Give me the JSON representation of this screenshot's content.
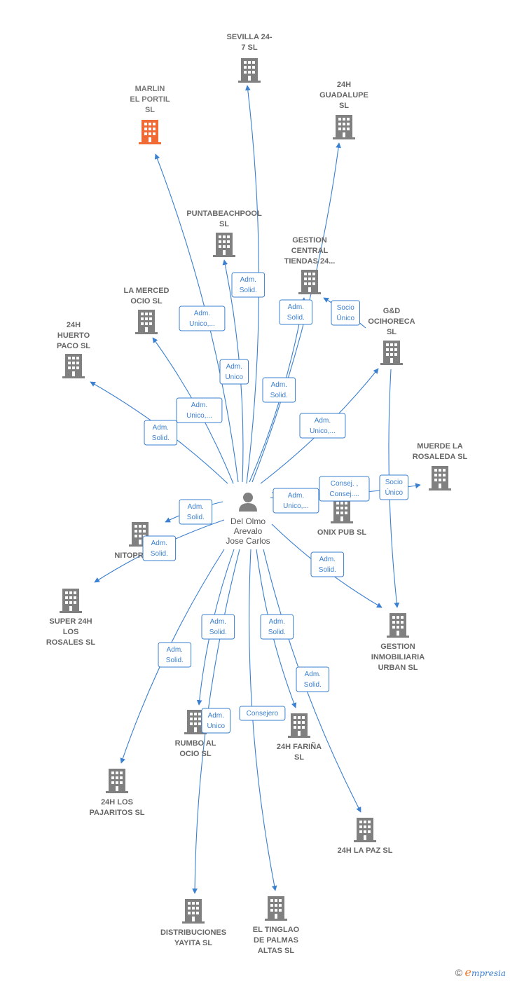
{
  "center": {
    "name_lines": [
      "Del Olmo",
      "Arevalo",
      "Jose Carlos"
    ],
    "icon": "person-icon"
  },
  "nodes": [
    {
      "id": "sevilla",
      "lines": [
        "SEVILLA 24-",
        "7  SL"
      ],
      "color": "#808080"
    },
    {
      "id": "marlin",
      "lines": [
        "MARLIN",
        "EL PORTIL",
        "SL"
      ],
      "color": "#f06a35"
    },
    {
      "id": "guadalupe",
      "lines": [
        "24H",
        "GUADALUPE",
        "SL"
      ],
      "color": "#808080"
    },
    {
      "id": "puntabeach",
      "lines": [
        "PUNTABEACHPOOL",
        "SL"
      ],
      "color": "#808080"
    },
    {
      "id": "gestion_central",
      "lines": [
        "GESTION",
        "CENTRAL",
        "TIENDAS 24..."
      ],
      "color": "#808080"
    },
    {
      "id": "merced",
      "lines": [
        "LA MERCED",
        "OCIO  SL"
      ],
      "color": "#808080"
    },
    {
      "id": "gd",
      "lines": [
        "G&D",
        "OCIHORECA",
        "SL"
      ],
      "color": "#808080"
    },
    {
      "id": "huerto",
      "lines": [
        "24H",
        "HUERTO",
        "PACO  SL"
      ],
      "color": "#808080"
    },
    {
      "id": "muerde",
      "lines": [
        "MUERDE LA",
        "ROSALEDA  SL"
      ],
      "color": "#808080"
    },
    {
      "id": "onix",
      "lines": [
        "ONIX PUB  SL"
      ],
      "color": "#808080"
    },
    {
      "id": "nitopr",
      "lines": [
        "NITOPR"
      ],
      "color": "#808080"
    },
    {
      "id": "super24",
      "lines": [
        "SUPER 24H",
        "LOS",
        "ROSALES  SL"
      ],
      "color": "#808080"
    },
    {
      "id": "urban",
      "lines": [
        "GESTION",
        "INMOBILIARIA",
        "URBAN  SL"
      ],
      "color": "#808080"
    },
    {
      "id": "rumbo",
      "lines": [
        "RUMBO AL",
        "OCIO  SL"
      ],
      "color": "#808080"
    },
    {
      "id": "farina",
      "lines": [
        "24H FARIÑA",
        "SL"
      ],
      "color": "#808080"
    },
    {
      "id": "pajaritos",
      "lines": [
        "24H LOS",
        "PAJARITOS  SL"
      ],
      "color": "#808080"
    },
    {
      "id": "lapaz",
      "lines": [
        "24H LA PAZ  SL"
      ],
      "color": "#808080"
    },
    {
      "id": "yayita",
      "lines": [
        "DISTRIBUCIONES",
        "YAYITA  SL"
      ],
      "color": "#808080"
    },
    {
      "id": "tinglao",
      "lines": [
        "EL TINGLAO",
        "DE PALMAS",
        "ALTAS  SL"
      ],
      "color": "#808080"
    }
  ],
  "edges": [
    {
      "to": "sevilla",
      "label": [
        "Adm.",
        "Solid."
      ]
    },
    {
      "to": "marlin",
      "label": [
        "Adm.",
        "Unico,..."
      ]
    },
    {
      "to": "guadalupe",
      "label": [
        "Adm.",
        "Solid."
      ]
    },
    {
      "to": "puntabeach",
      "label": [
        "Adm.",
        "Unico"
      ]
    },
    {
      "to": "gestion_central",
      "label": [
        "Adm.",
        "Solid."
      ]
    },
    {
      "to": "merced",
      "label": [
        "Adm.",
        "Unico,..."
      ]
    },
    {
      "to": "gd",
      "label": [
        "Adm.",
        "Unico,..."
      ]
    },
    {
      "to": "huerto",
      "label": [
        "Adm.",
        "Solid."
      ]
    },
    {
      "to": "onix",
      "label": [
        "Adm.",
        "Unico,..."
      ]
    },
    {
      "to": "muerde",
      "label": [
        "Consej. ,",
        "Consej...."
      ]
    },
    {
      "to": "nitopr",
      "label": [
        "Adm.",
        "Solid."
      ]
    },
    {
      "to": "super24",
      "label": [
        "Adm.",
        "Solid."
      ]
    },
    {
      "to": "urban",
      "label": [
        "Adm.",
        "Solid."
      ]
    },
    {
      "to": "rumbo",
      "label": [
        "Adm.",
        "Solid."
      ]
    },
    {
      "to": "farina",
      "label": [
        "Adm.",
        "Solid."
      ]
    },
    {
      "to": "pajaritos",
      "label": [
        "Adm.",
        "Solid."
      ]
    },
    {
      "to": "lapaz",
      "label": [
        "Adm.",
        "Solid."
      ]
    },
    {
      "to": "yayita",
      "label": [
        "Adm.",
        "Unico"
      ]
    },
    {
      "to": "tinglao",
      "label": [
        "Consejero"
      ]
    },
    {
      "from": "gd",
      "to": "gestion_central",
      "label": [
        "Socio",
        "Único"
      ]
    },
    {
      "from": "gd",
      "to": "urban",
      "label": [
        "Socio",
        "Único"
      ]
    }
  ],
  "watermark": {
    "copyright": "©",
    "brand_first": "e",
    "brand_rest": "mpresia"
  },
  "colors": {
    "edge": "#3a7fd0",
    "building": "#808080",
    "highlight": "#f06a35",
    "person": "#808080"
  }
}
